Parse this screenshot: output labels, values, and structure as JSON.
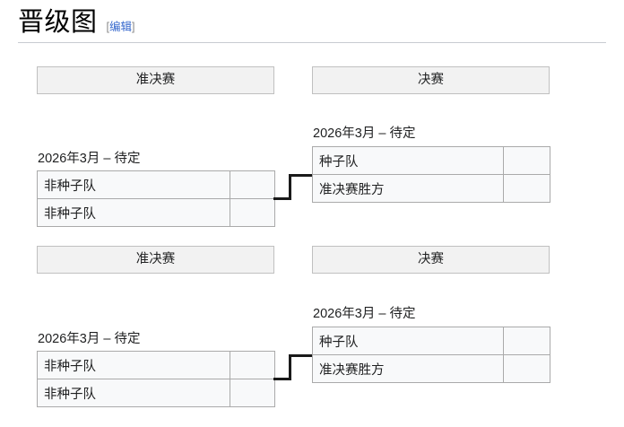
{
  "heading": {
    "title": "晋级图",
    "edit_open_bracket": "[",
    "edit_label": "编辑",
    "edit_close_bracket": "]"
  },
  "colors": {
    "page_background": "#ffffff",
    "header_background": "#f2f2f2",
    "header_border": "#c0c0c0",
    "cell_background": "#f8f9fa",
    "cell_border": "#aaaaaa",
    "connector": "#1a1a1a",
    "link": "#3366cc",
    "rule": "#c8ccd1",
    "text": "#202122"
  },
  "bracket": {
    "groups": [
      {
        "semifinal_header": "准决赛",
        "final_header": "决赛",
        "semifinal_match": {
          "date": "2026年3月 – 待定",
          "rows": [
            {
              "team": "非种子队",
              "score": ""
            },
            {
              "team": "非种子队",
              "score": ""
            }
          ]
        },
        "final_match": {
          "date": "2026年3月 – 待定",
          "rows": [
            {
              "team": "种子队",
              "score": ""
            },
            {
              "team": "准决赛胜方",
              "score": ""
            }
          ]
        }
      },
      {
        "semifinal_header": "准决赛",
        "final_header": "决赛",
        "semifinal_match": {
          "date": "2026年3月 – 待定",
          "rows": [
            {
              "team": "非种子队",
              "score": ""
            },
            {
              "team": "非种子队",
              "score": ""
            }
          ]
        },
        "final_match": {
          "date": "2026年3月 – 待定",
          "rows": [
            {
              "team": "种子队",
              "score": ""
            },
            {
              "team": "准决赛胜方",
              "score": ""
            }
          ]
        }
      }
    ]
  }
}
